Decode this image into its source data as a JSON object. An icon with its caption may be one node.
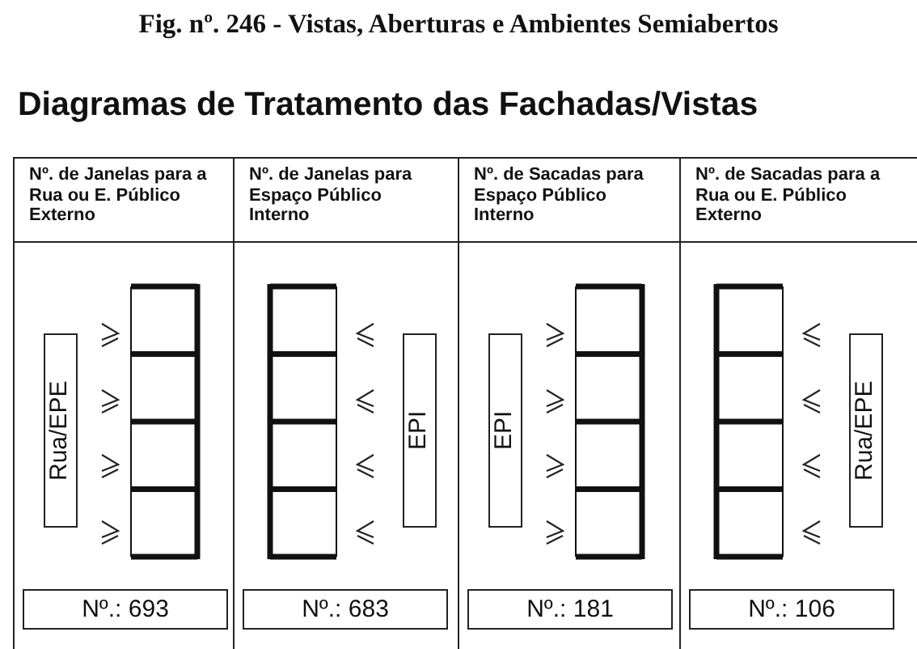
{
  "diagram": {
    "title": "Fig. nº. 246 - Vistas, Aberturas e Ambientes Semiabertos",
    "nodes": [
      {
        "text": [
          "Rua/EPE"
        ]
      },
      {
        "text": [
          "Nº.: 693"
        ]
      },
      {
        "text": [
          "EPI"
        ]
      },
      {
        "text": [
          "Nº.: 683"
        ]
      },
      {
        "text": [
          "EPI"
        ]
      },
      {
        "text": [
          "Nº.: 181"
        ]
      },
      {
        "text": [
          "Rua/EPE"
        ]
      },
      {
        "text": [
          "Nº.: 106"
        ]
      }
    ],
    "edges": [],
    "labels": [
      "Diagramas de Tratamento das Fachadas/Vistas",
      "Nº. de Janelas para a Rua ou E. Público Externo",
      "Nº. de Janelas para Espaço Público Interno",
      "Nº. de Sacadas para Espaço Público Interno",
      "Nº. de Sacadas para a Rua ou E. Público Externo"
    ]
  }
}
